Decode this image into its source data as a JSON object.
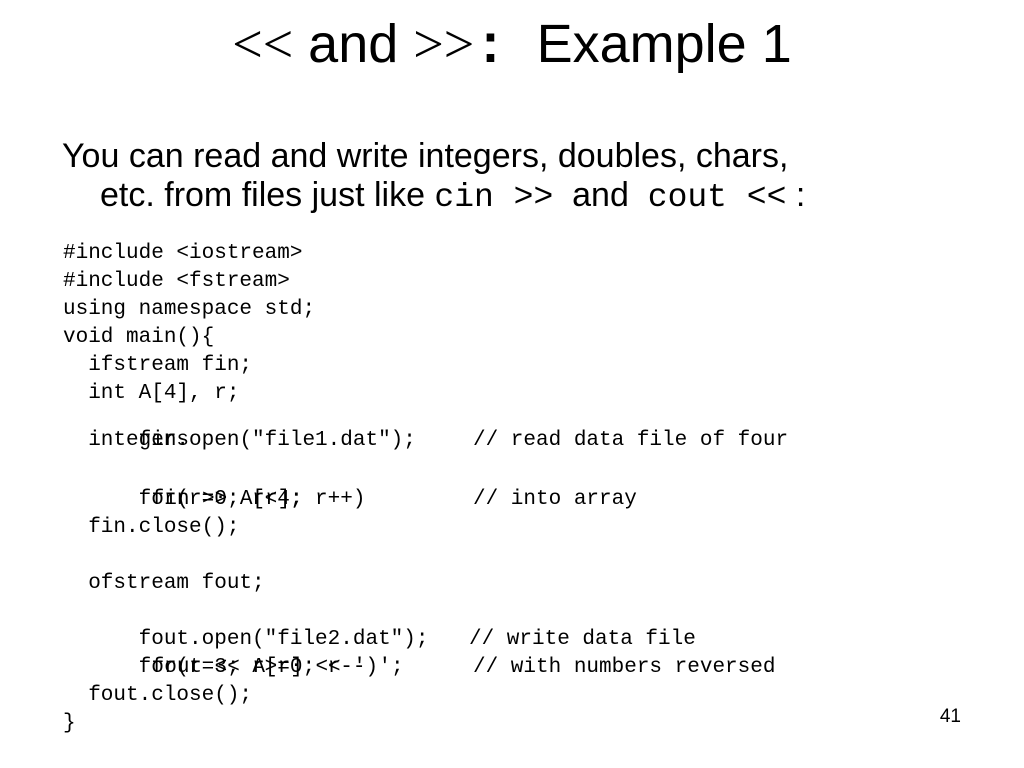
{
  "slide": {
    "title": {
      "part1": "<<",
      "part2": " and ",
      "part3": ">>",
      "part4": ":",
      "part5": "  Example 1"
    },
    "bullet": {
      "line1": "You can read and write integers, doubles, chars,",
      "line2_text": "etc. from files just like ",
      "code1": "cin >>",
      "and_text": "  and  ",
      "code2": "cout <<",
      "tail": " :"
    },
    "code": {
      "line1": "#include <iostream>",
      "line2": "#include <fstream>",
      "line3": "using namespace std;",
      "line4": "void main(){",
      "line5": "  ifstream fin;",
      "line6": "  int A[4], r;",
      "line7_code": "  fin.open(\"file1.dat\");",
      "line7_comment": "// read data file of four",
      "line8": "  integers",
      "line9_code": "  for(r=0; r<4; r++)",
      "line9_comment": "// into array",
      "line10": "      fin >> A[r];",
      "line11": "  fin.close();",
      "line12": "",
      "line13": "  ofstream fout;",
      "line14_code": "  fout.open(\"file2.dat\");",
      "line14_comment": "// write data file",
      "line15_code": "  for(r=3; r>=0; r--)",
      "line15_comment": "// with numbers reversed",
      "line16": "      fout << A[r] << ' ';",
      "line17": "  fout.close();",
      "line18": "}"
    },
    "page_number": "41"
  }
}
